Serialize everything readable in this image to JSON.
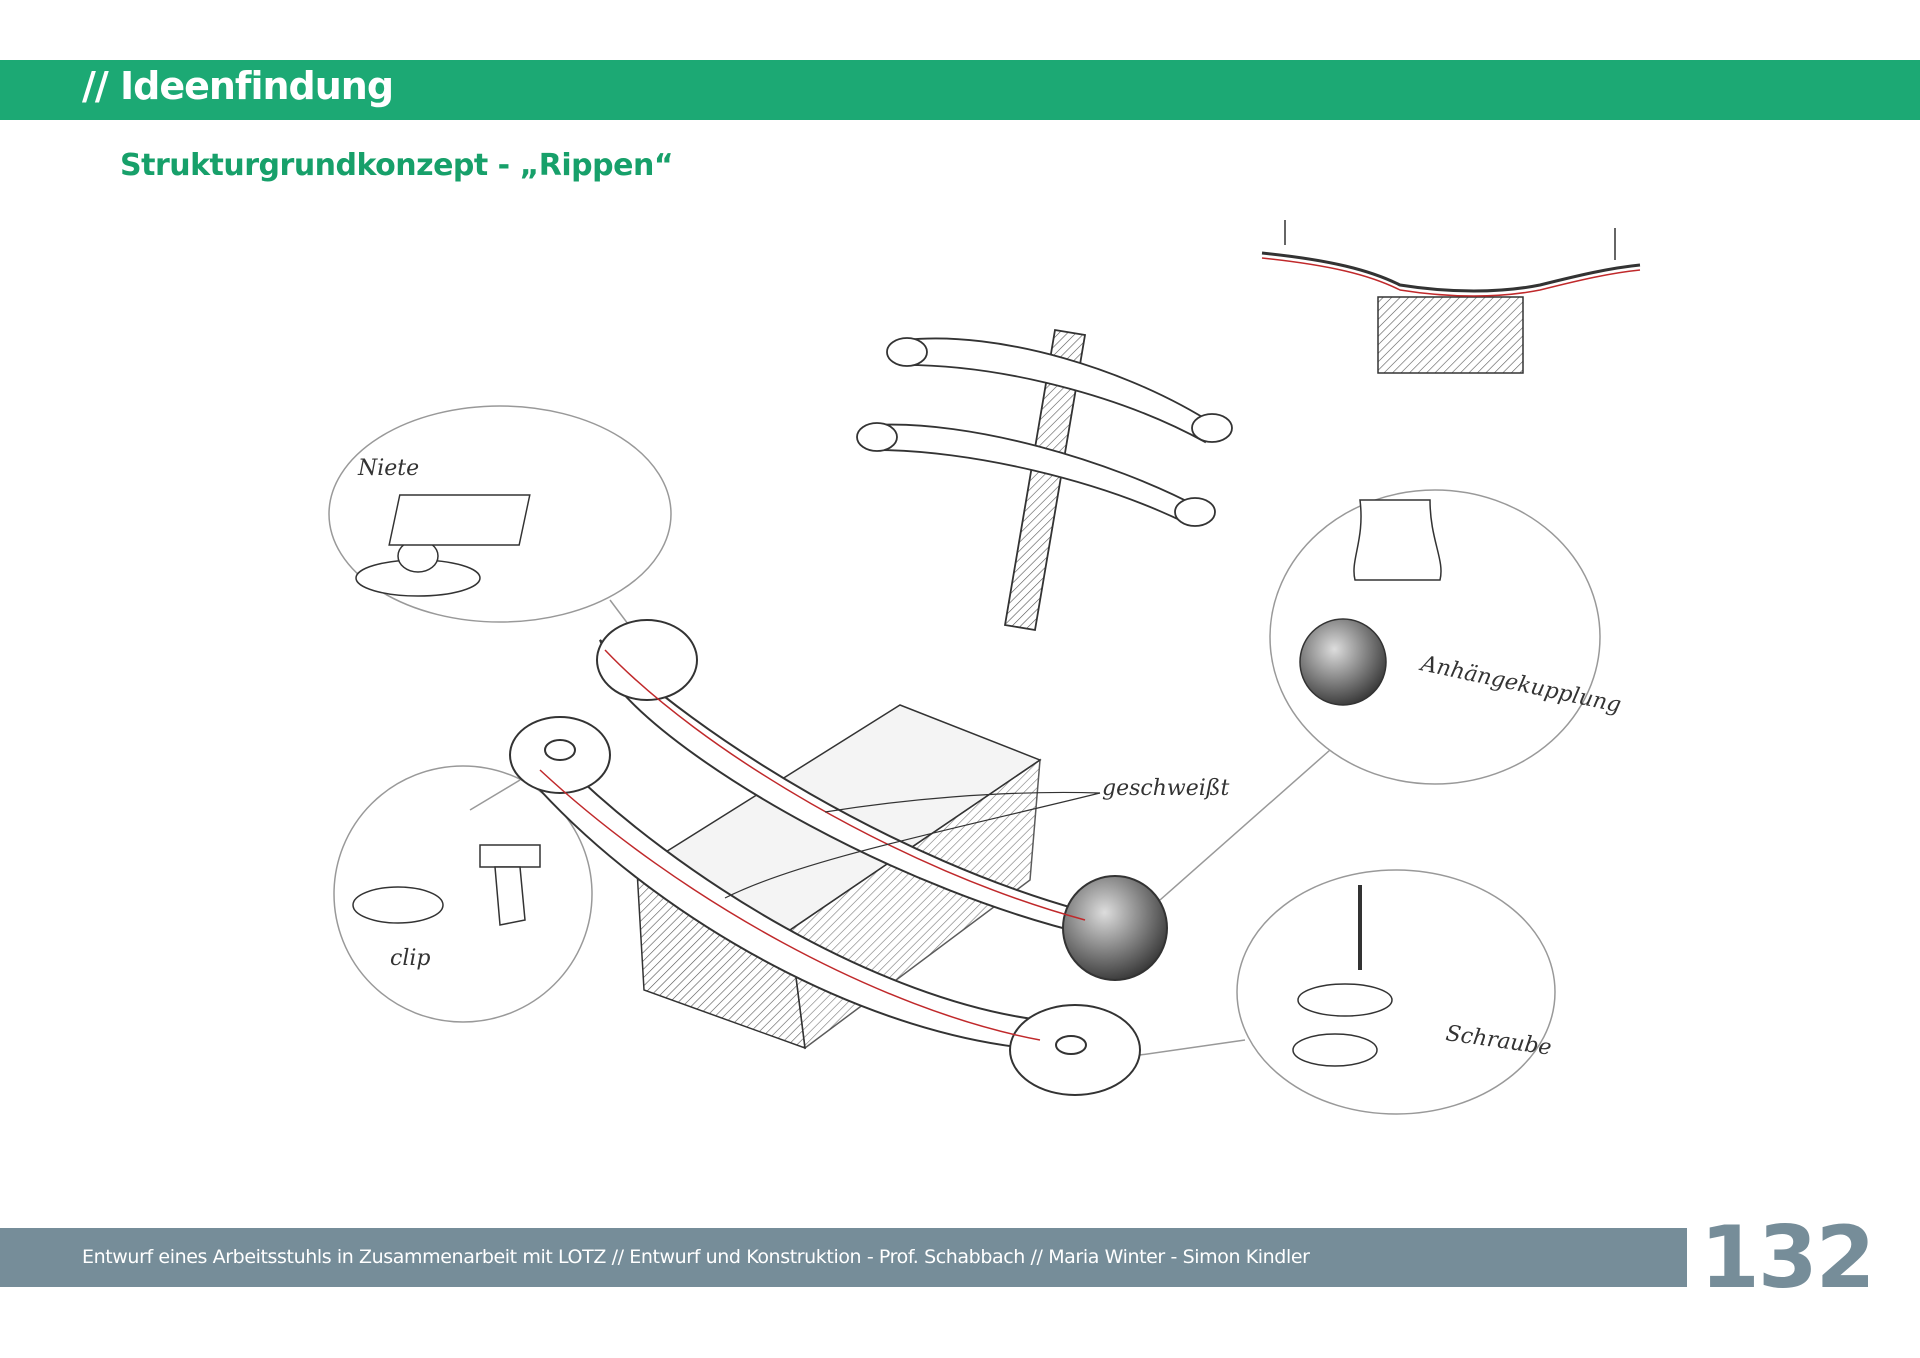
{
  "header": {
    "title": "// Ideenfindung"
  },
  "subtitle": "Strukturgrundkonzept - „Rippen“",
  "sketch": {
    "labels": {
      "niete": "Niete",
      "clip": "clip",
      "geschweisst": "geschweißt",
      "anhaengekupplung": "Anhängekupplung",
      "schraube": "Schraube"
    }
  },
  "footer": {
    "text": "Entwurf eines Arbeitsstuhls in Zusammenarbeit mit LOTZ // Entwurf und Konstruktion - Prof. Schabbach // Maria Winter - Simon Kindler",
    "page_number": "132"
  }
}
